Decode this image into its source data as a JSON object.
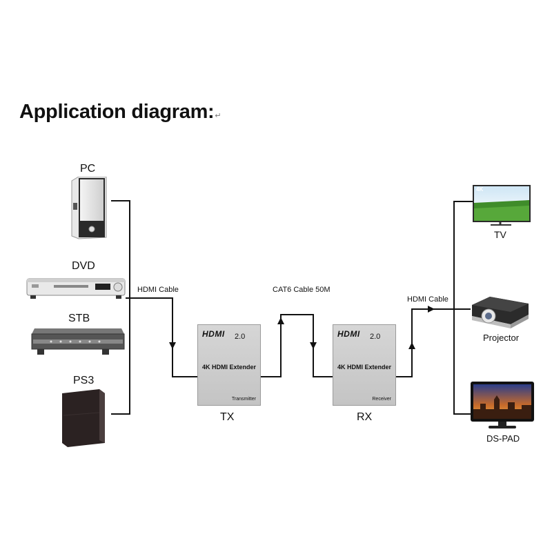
{
  "title": "Application diagram:",
  "title_mark": "↵",
  "sources": [
    {
      "label": "PC",
      "icon": "pc-tower-icon"
    },
    {
      "label": "DVD",
      "icon": "dvd-player-icon"
    },
    {
      "label": "STB",
      "icon": "set-top-box-icon"
    },
    {
      "label": "PS3",
      "icon": "game-console-icon"
    }
  ],
  "cables": {
    "left": "HDMI Cable",
    "middle": "CAT6 Cable 50M",
    "right": "HDMI Cable"
  },
  "transmitter": {
    "logo": "HDMI",
    "version": "2.0",
    "product": "4K  HDMI Extender",
    "role": "Transmitter",
    "label": "TX"
  },
  "receiver": {
    "logo": "HDMI",
    "version": "2.0",
    "product": "4K  HDMI Extender",
    "role": "Receiver",
    "label": "RX"
  },
  "displays": [
    {
      "label": "TV",
      "icon": "tv-icon",
      "badge": "4K"
    },
    {
      "label": "Projector",
      "icon": "projector-icon"
    },
    {
      "label": "DS-PAD",
      "icon": "monitor-icon"
    }
  ],
  "colors": {
    "line": "#111111",
    "box": "#cfcfcf"
  }
}
